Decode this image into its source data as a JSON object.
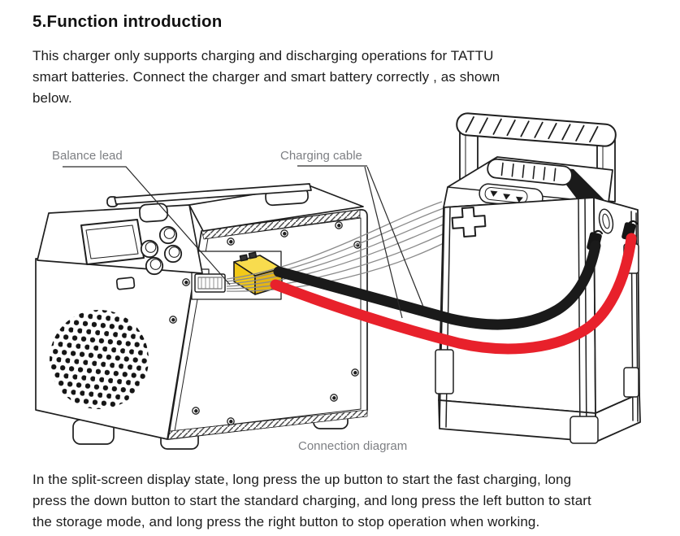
{
  "page": {
    "heading": "5.Function introduction",
    "intro_lines": [
      "This charger only supports charging and discharging operations for TATTU",
      "smart batteries. Connect the charger and smart battery correctly , as shown",
      "below."
    ],
    "footer_lines": [
      "In the split-screen display state, long press the up button to start the fast charging, long",
      "press the down button to start the standard charging, and long press the left button to start",
      "the storage mode, and long press the right button to stop operation when working."
    ]
  },
  "diagram": {
    "labels": {
      "balance_lead": "Balance lead",
      "charging_cable": "Charging cable"
    },
    "caption": "Connection diagram",
    "colors": {
      "line_art": "#1f1f1f",
      "label_text": "#7d7f83",
      "cable_black": "#1a1a1a",
      "cable_red": "#e8212b",
      "connector_yellow": "#f2c918",
      "connector_yellow_light": "#f8dc4e",
      "connector_yellow_dark": "#e5b514",
      "balance_wire": "#8b8b8b"
    }
  }
}
